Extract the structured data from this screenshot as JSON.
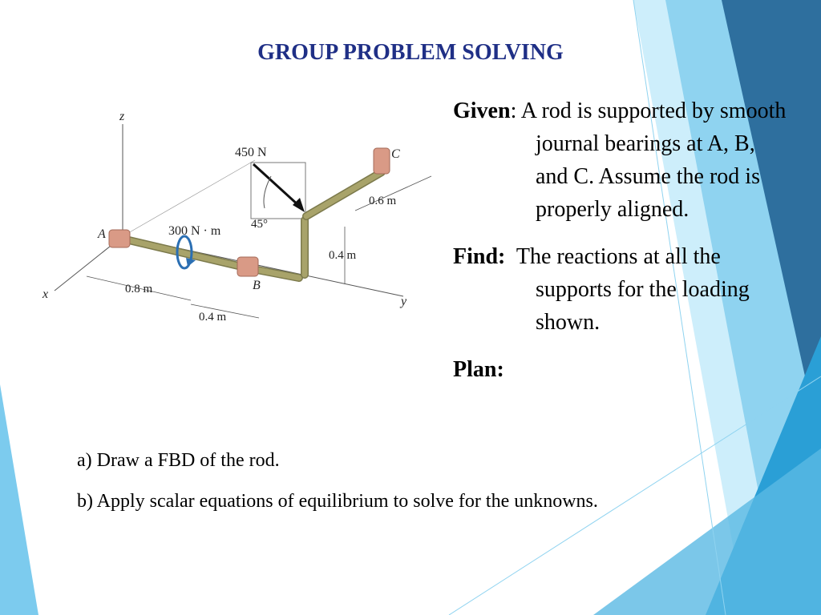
{
  "title": "GROUP PROBLEM SOLVING",
  "given": {
    "label": "Given",
    "text": ": A rod is supported by smooth journal bearings at A, B, and C.  Assume the rod is properly aligned."
  },
  "find": {
    "label": "Find:",
    "text": "  The reactions at all the supports for the loading shown."
  },
  "plan": {
    "label": "Plan:"
  },
  "steps": [
    "a) Draw a FBD of the rod.",
    "b) Apply scalar equations of equilibrium to solve for the unknowns."
  ],
  "figure": {
    "axis_z": "z",
    "axis_x": "x",
    "axis_y": "y",
    "point_a": "A",
    "point_b": "B",
    "point_c": "C",
    "force": "450 N",
    "moment": "300 N · m",
    "angle": "45°",
    "dim_08": "0.8 m",
    "dim_04_lower": "0.4 m",
    "dim_04_vertical": "0.4 m",
    "dim_06": "0.6 m"
  },
  "colors": {
    "title": "#1f2f86",
    "rod": "#a8a36a",
    "bearing": "#d99a86",
    "accent_dark": "#2e6f9e",
    "accent_light": "#8fd3f0"
  }
}
